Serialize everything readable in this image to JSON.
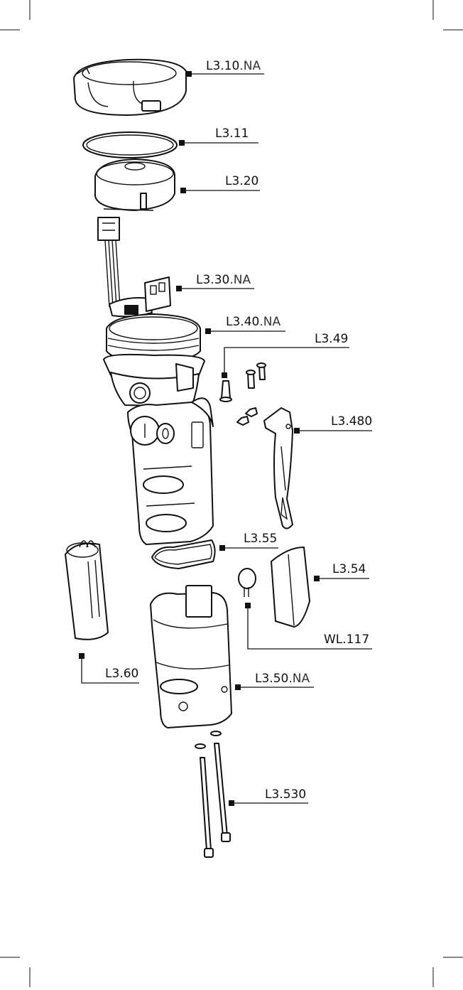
{
  "callouts": [
    {
      "id": "top-cap",
      "code": "L3.10",
      "suffix": ".NA"
    },
    {
      "id": "o-ring",
      "code": "L3.11",
      "suffix": ""
    },
    {
      "id": "head-module",
      "code": "L3.20",
      "suffix": ""
    },
    {
      "id": "circuit-board",
      "code": "L3.30",
      "suffix": ".NA"
    },
    {
      "id": "upper-body",
      "code": "L3.40",
      "suffix": ".NA"
    },
    {
      "id": "screws",
      "code": "L3.49",
      "suffix": ""
    },
    {
      "id": "clip",
      "code": "L3.480",
      "suffix": ""
    },
    {
      "id": "gasket",
      "code": "L3.55",
      "suffix": ""
    },
    {
      "id": "insert",
      "code": "L3.54",
      "suffix": ""
    },
    {
      "id": "connector",
      "code": "WL.117",
      "suffix": ""
    },
    {
      "id": "battery",
      "code": "L3.60",
      "suffix": ""
    },
    {
      "id": "lower-body",
      "code": "L3.50",
      "suffix": ".NA"
    },
    {
      "id": "long-screws",
      "code": "L3.530",
      "suffix": ""
    }
  ],
  "colors": {
    "ink": "#111111",
    "paper": "#ffffff",
    "suffix": "#333333"
  }
}
